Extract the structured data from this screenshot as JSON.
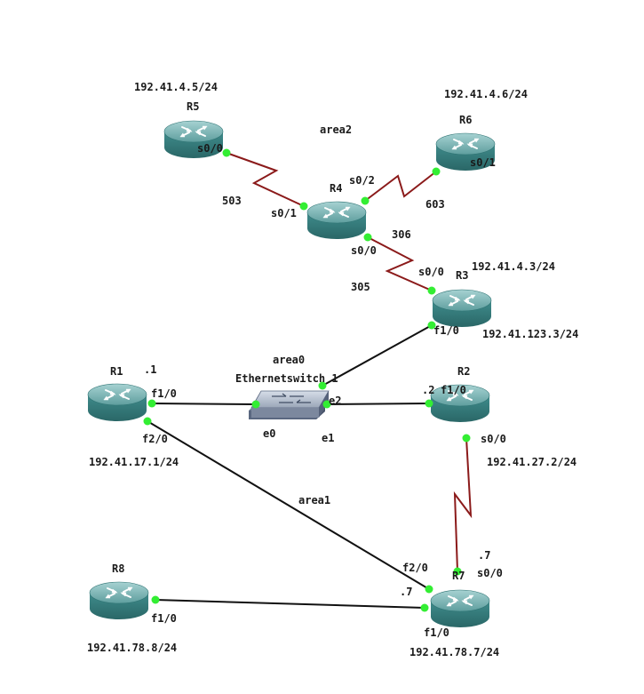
{
  "routers": [
    {
      "id": "r5",
      "name": "R5",
      "ip": "192.41.4.5/24"
    },
    {
      "id": "r6",
      "name": "R6",
      "ip": "192.41.4.6/24"
    },
    {
      "id": "r4",
      "name": "R4",
      "ip": ""
    },
    {
      "id": "r3",
      "name": "R3",
      "ip": "192.41.4.3/24",
      "ip2": "192.41.123.3/24"
    },
    {
      "id": "r1",
      "name": "R1",
      "ip": "192.41.17.1/24",
      "host": ".1"
    },
    {
      "id": "r2",
      "name": "R2",
      "ip": "192.41.27.2/24",
      "host": ".2"
    },
    {
      "id": "r8",
      "name": "R8",
      "ip": "192.41.78.8/24"
    },
    {
      "id": "r7",
      "name": "R7",
      "ip": "192.41.78.7/24",
      "host": ".7"
    }
  ],
  "switch": {
    "name": "Ethernetswitch 1"
  },
  "areas": {
    "area0": "area0",
    "area1": "area1",
    "area2": "area2"
  },
  "dlci": {
    "d503": "503",
    "d603": "603",
    "d306": "306",
    "d305": "305"
  },
  "interfaces": {
    "r5_s00": "s0/0",
    "r6_s01": "s0/1",
    "r4_s01": "s0/1",
    "r4_s02": "s0/2",
    "r4_s00": "s0/0",
    "r3_s00": "s0/0",
    "r3_f10": "f1/0",
    "r1_f10": "f1/0",
    "r1_f20": "f2/0",
    "sw_e0": "e0",
    "sw_e1": "e1",
    "sw_e2": "e2",
    "r2_f10": "f1/0",
    "r2_s00": "s0/0",
    "r7_f20": "f2/0",
    "r7_s00": "s0/0",
    "r7_f10": "f1/0",
    "r7_host_upper": ".7",
    "r7_host_lower": ".7",
    "r8_f10": "f1/0"
  },
  "colors": {
    "serial_link": "#8b1a1a",
    "ethernet_link": "#111111",
    "port_dot": "#33ee33",
    "router_body": "#3f8c8c"
  }
}
